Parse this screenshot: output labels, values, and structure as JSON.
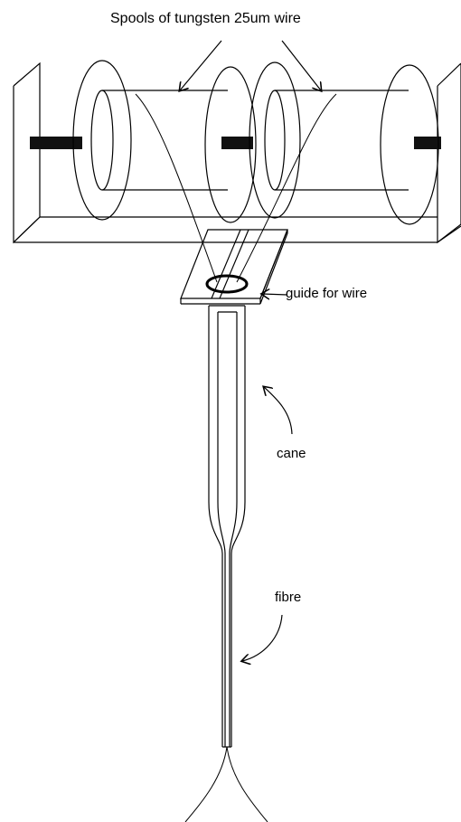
{
  "labels": {
    "title": "Spools of tungsten 25um wire",
    "guide": "guide for wire",
    "cane": "cane",
    "fibre": "fibre"
  },
  "colors": {
    "stroke": "#000000",
    "background": "#ffffff",
    "axle": "#111111"
  }
}
